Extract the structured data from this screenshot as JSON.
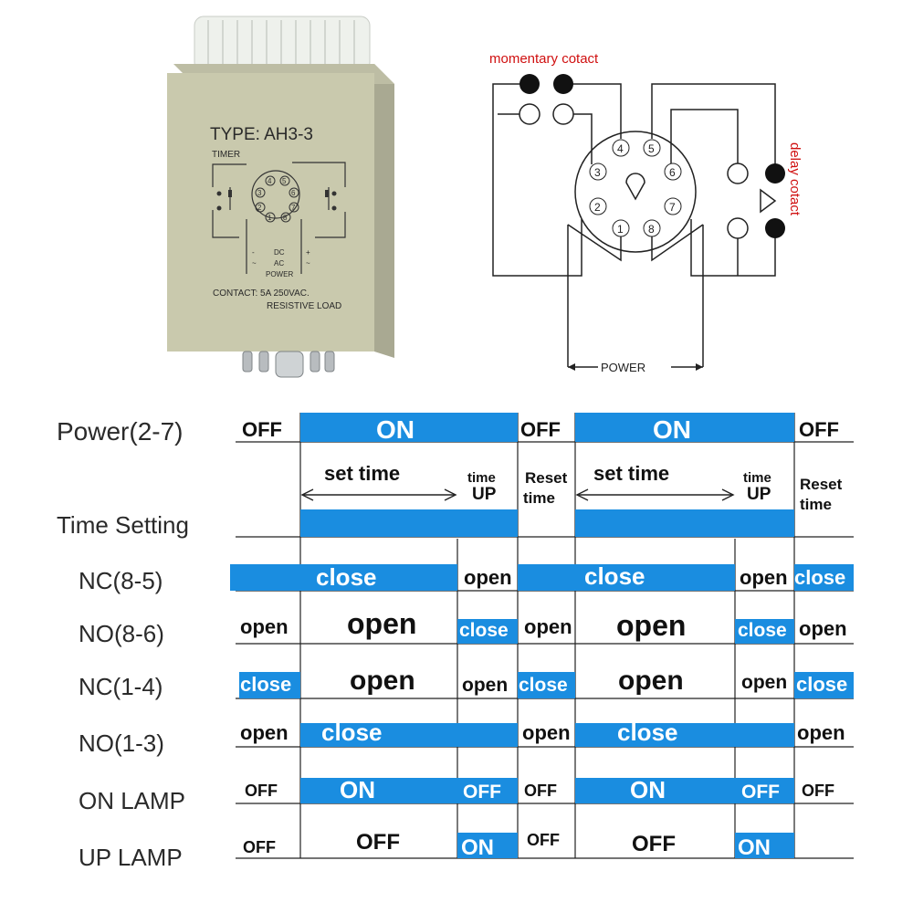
{
  "relay_photo": {
    "type_label": "TYPE: AH3-3",
    "sub_label": "TIMER",
    "dc_label": "DC",
    "ac_label": "AC",
    "power_label": "POWER",
    "minus": "-",
    "plus": "+",
    "tilde": "~",
    "contact_line1": "CONTACT: 5A  250VAC.",
    "contact_line2": "RESISTIVE LOAD",
    "pins": [
      "1",
      "2",
      "3",
      "4",
      "5",
      "6",
      "7",
      "8"
    ],
    "body_color": "#c9c9ad",
    "knob_color": "#eef1ec"
  },
  "wiring": {
    "momentary_label": "momentary cotact",
    "delay_label": "delay cotact",
    "power_label": "POWER",
    "pins": [
      "1",
      "2",
      "3",
      "4",
      "5",
      "6",
      "7",
      "8"
    ],
    "accent_red": "#d01010"
  },
  "timing": {
    "accent_blue": "#1a8de0",
    "rows": [
      {
        "label": "Power(2-7)",
        "cells": [
          "OFF",
          "ON",
          "OFF",
          "ON",
          "OFF"
        ]
      },
      {
        "label": "",
        "cells": [
          "set time",
          "time",
          "UP",
          "Reset",
          "time",
          "set time",
          "time",
          "UP",
          "Reset",
          "time"
        ]
      },
      {
        "label": "Time Setting",
        "cells": []
      },
      {
        "label": "NC(8-5)",
        "cells": [
          "close",
          "open",
          "close",
          "open",
          "close"
        ]
      },
      {
        "label": "NO(8-6)",
        "cells": [
          "open",
          "open",
          "close",
          "open",
          "open",
          "close",
          "open"
        ]
      },
      {
        "label": "NC(1-4)",
        "cells": [
          "close",
          "open",
          "open",
          "close",
          "open",
          "open",
          "close"
        ]
      },
      {
        "label": "NO(1-3)",
        "cells": [
          "open",
          "close",
          "open",
          "close",
          "open"
        ]
      },
      {
        "label": "ON LAMP",
        "cells": [
          "OFF",
          "ON",
          "OFF",
          "OFF",
          "ON",
          "OFF",
          "OFF"
        ]
      },
      {
        "label": "UP LAMP",
        "cells": [
          "OFF",
          "OFF",
          "ON",
          "OFF",
          "OFF",
          "ON"
        ]
      }
    ]
  }
}
